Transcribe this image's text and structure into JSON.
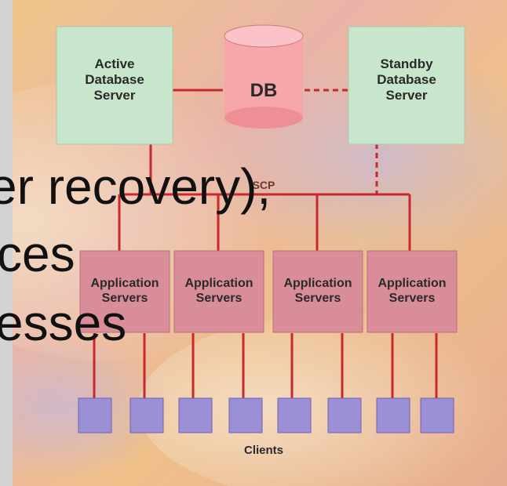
{
  "diagram": {
    "active_server": [
      "Active",
      "Database",
      "Server"
    ],
    "standby_server": [
      "Standby",
      "Database",
      "Server"
    ],
    "database_label": "DB",
    "network_label": "SCP",
    "app_servers": [
      [
        "Application",
        "Servers"
      ],
      [
        "Application",
        "Servers"
      ],
      [
        "Application",
        "Servers"
      ],
      [
        "Application",
        "Servers"
      ]
    ],
    "clients_label": "Clients"
  },
  "slide_text": {
    "line1": "er recovery),",
    "line2": "ces",
    "line3": "esses"
  },
  "colors": {
    "server_fill": "#c8e6cc",
    "app_fill": "#d98d98",
    "db_fill": "#f7a7ac",
    "line": "#c8282e",
    "client_fill": "#9b8fd6"
  }
}
